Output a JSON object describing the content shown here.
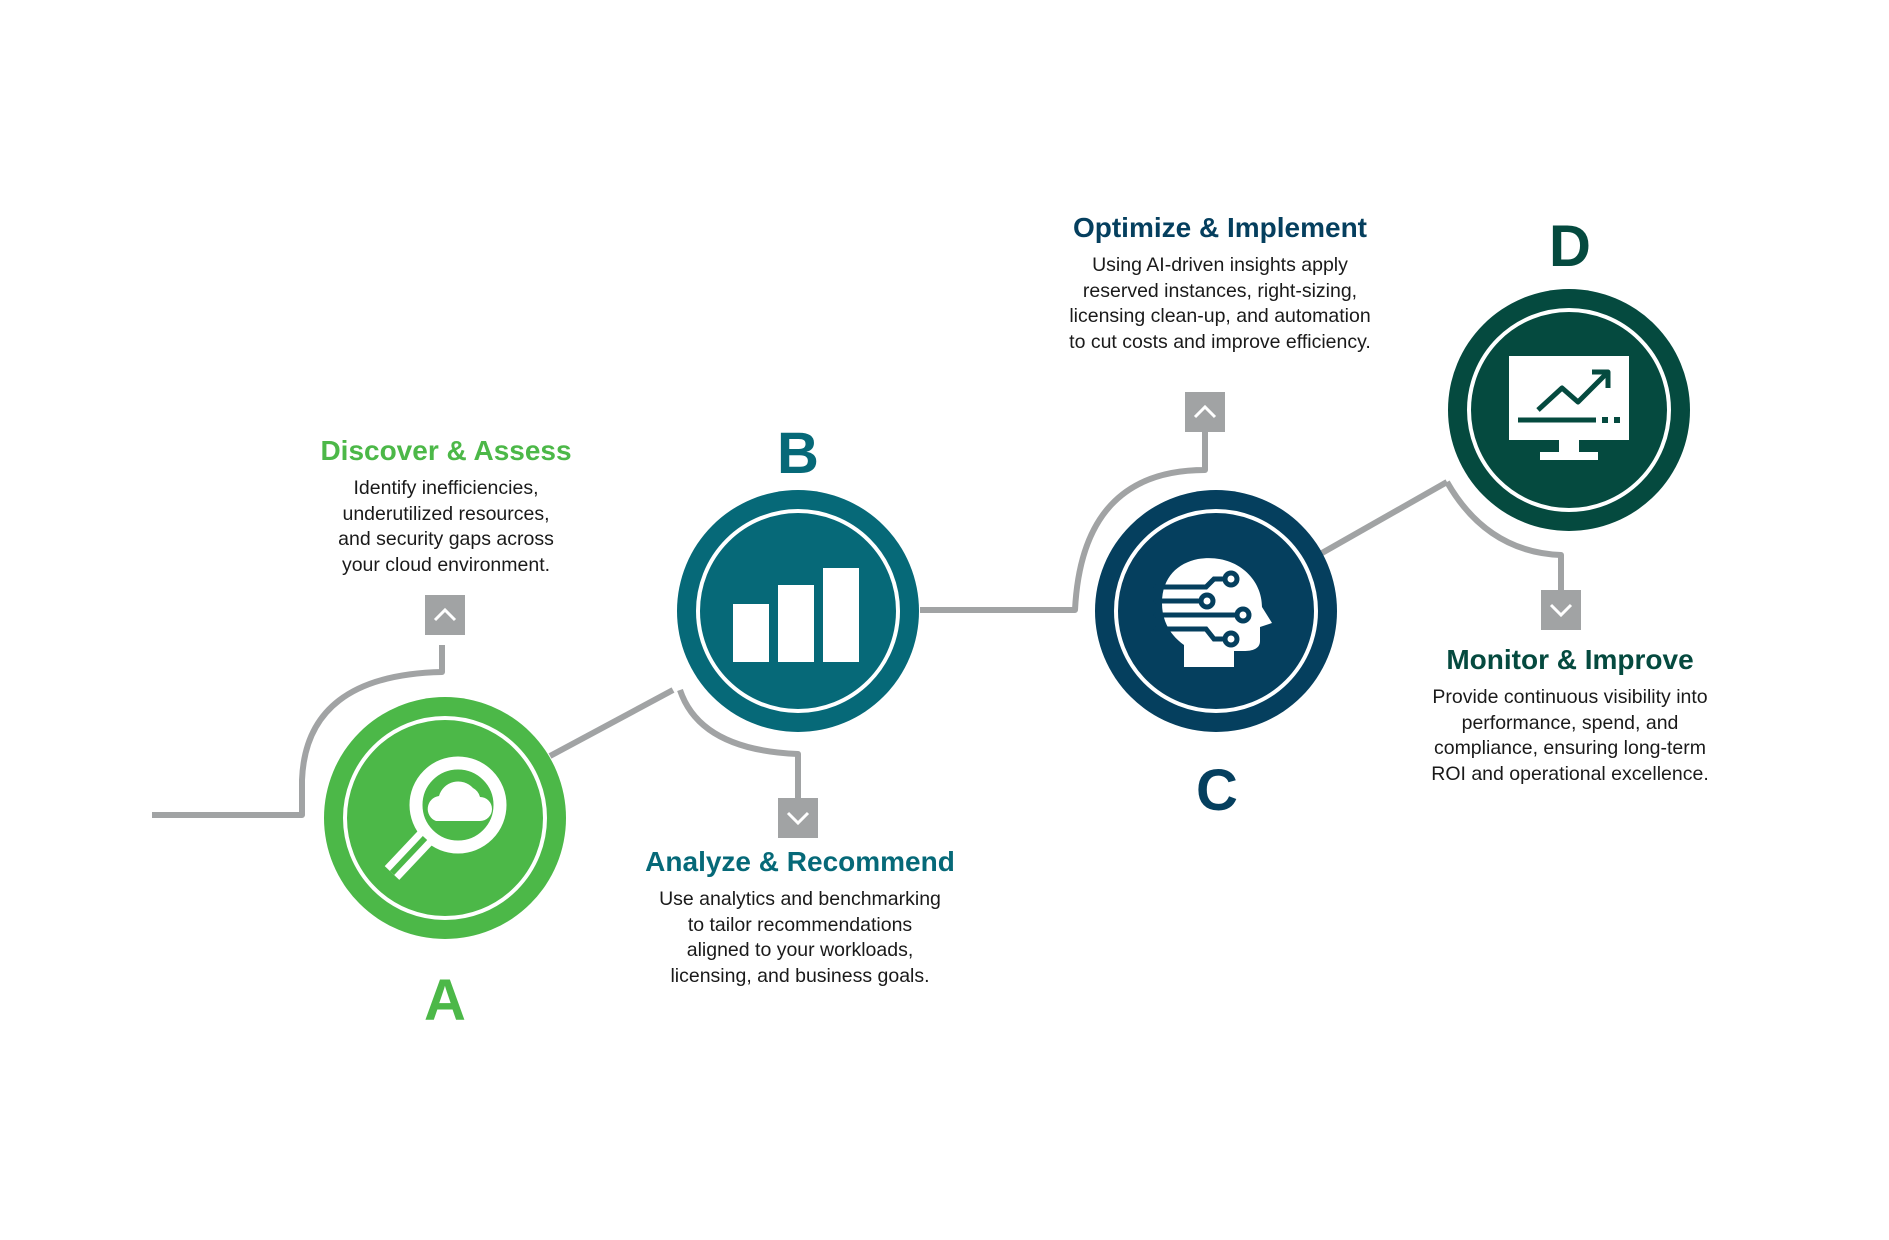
{
  "colors": {
    "green": "#4cb848",
    "teal": "#066978",
    "navy": "#053f5e",
    "dark_green": "#054a3f",
    "connector": "#a1a3a4"
  },
  "steps": [
    {
      "letter": "A",
      "title": "Discover & Assess",
      "icon": "magnifier-cloud-icon",
      "lines": [
        "Identify inefficiencies,",
        "underutilized resources,",
        "and security gaps across",
        "your cloud environment."
      ]
    },
    {
      "letter": "B",
      "title": "Analyze & Recommend",
      "icon": "bar-chart-icon",
      "lines": [
        "Use analytics and benchmarking",
        "to tailor recommendations",
        "aligned to your workloads,",
        "licensing, and business goals."
      ]
    },
    {
      "letter": "C",
      "title": "Optimize & Implement",
      "icon": "ai-head-icon",
      "lines": [
        "Using AI-driven insights apply",
        "reserved instances, right-sizing,",
        "licensing clean-up, and automation",
        "to cut costs and improve efficiency."
      ]
    },
    {
      "letter": "D",
      "title": "Monitor & Improve",
      "icon": "monitor-trend-icon",
      "lines": [
        "Provide continuous visibility into",
        "performance, spend, and",
        "compliance, ensuring long-term",
        "ROI and operational excellence."
      ]
    }
  ]
}
